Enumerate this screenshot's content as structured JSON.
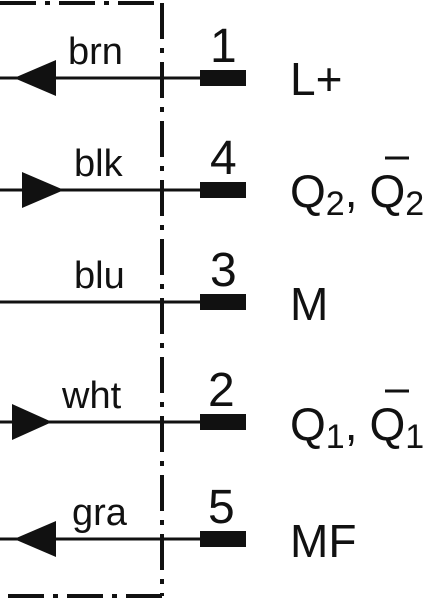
{
  "diagram": {
    "colors": {
      "line": "#111111",
      "background": "#ffffff"
    },
    "pins": [
      {
        "wire_color": "brn",
        "pin_number": "1",
        "arrow": "left",
        "signal": {
          "main": "L+"
        }
      },
      {
        "wire_color": "blk",
        "pin_number": "4",
        "arrow": "right",
        "signal": {
          "base": "Q",
          "sub": "2",
          "separator": ",",
          "bar_base": "Q",
          "bar_sub": "2"
        }
      },
      {
        "wire_color": "blu",
        "pin_number": "3",
        "arrow": "none",
        "signal": {
          "main": "M"
        }
      },
      {
        "wire_color": "wht",
        "pin_number": "2",
        "arrow": "right",
        "signal": {
          "base": "Q",
          "sub": "1",
          "separator": ",",
          "bar_base": "Q",
          "bar_sub": "1"
        }
      },
      {
        "wire_color": "gra",
        "pin_number": "5",
        "arrow": "left",
        "signal": {
          "main": "MF"
        }
      }
    ]
  }
}
